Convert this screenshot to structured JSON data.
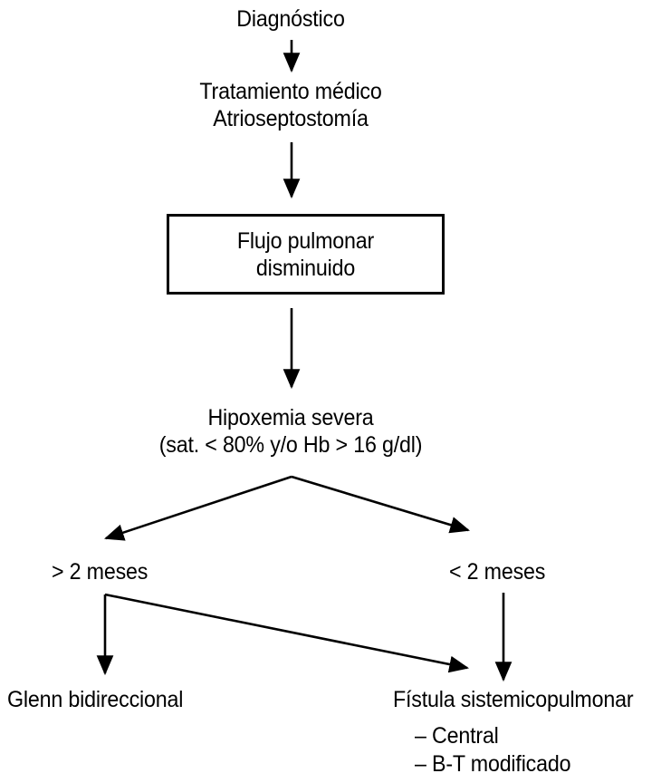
{
  "diagram": {
    "type": "flowchart",
    "title_text": "Diagnóstico",
    "language": "es",
    "background_color": "#ffffff",
    "line_color": "#000000",
    "text_color": "#000000",
    "nodes": {
      "diagnostico": {
        "label": "Diagnóstico",
        "shape": "plain-text"
      },
      "tratamiento": {
        "line1": "Tratamiento médico",
        "line2": "Atrioseptostomía",
        "shape": "plain-text"
      },
      "flujo": {
        "line1": "Flujo pulmonar",
        "line2": "disminuido",
        "shape": "rectangle"
      },
      "hipoxemia": {
        "line1": "Hipoxemia severa",
        "line2": "(sat. < 80% y/o Hb > 16 g/dl)",
        "shape": "plain-text"
      },
      "mayor_2_meses": {
        "label": "> 2 meses",
        "shape": "plain-text"
      },
      "menor_2_meses": {
        "label": "< 2 meses",
        "shape": "plain-text"
      },
      "glenn": {
        "label": "Glenn bidireccional",
        "shape": "plain-text"
      },
      "fistula": {
        "label": "Fístula sistemicopulmonar",
        "sub_item_1": "– Central",
        "sub_item_2": "– B-T modificado",
        "shape": "plain-text"
      }
    },
    "edges": [
      {
        "from": "diagnostico",
        "to": "tratamiento",
        "style": "arrow-down"
      },
      {
        "from": "tratamiento",
        "to": "flujo",
        "style": "arrow-down"
      },
      {
        "from": "flujo",
        "to": "hipoxemia",
        "style": "arrow-down"
      },
      {
        "from": "hipoxemia",
        "to": "mayor_2_meses",
        "style": "arrow-diagonal-left"
      },
      {
        "from": "hipoxemia",
        "to": "menor_2_meses",
        "style": "arrow-diagonal-right"
      },
      {
        "from": "mayor_2_meses",
        "to": "glenn",
        "style": "arrow-down"
      },
      {
        "from": "mayor_2_meses",
        "to": "fistula",
        "style": "arrow-diagonal-right"
      },
      {
        "from": "menor_2_meses",
        "to": "fistula",
        "style": "arrow-down"
      }
    ]
  }
}
